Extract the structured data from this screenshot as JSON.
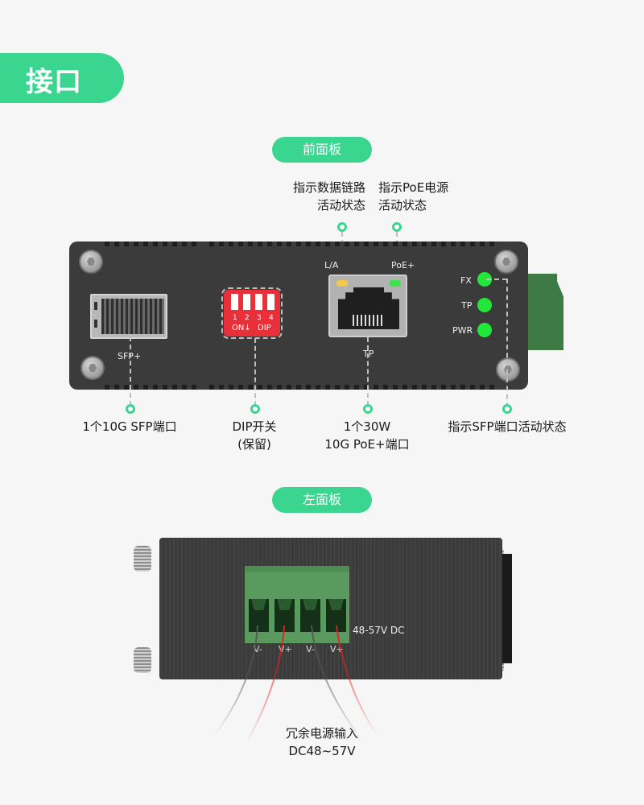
{
  "title": "接口",
  "colors": {
    "accent": "#3ad690",
    "panel": "#3b3b3b",
    "led_green": "#22e63a",
    "led_yellow": "#f5c84a",
    "dip_red": "#e8303a",
    "terminal_green": "#5b9a5e"
  },
  "front_panel": {
    "section_label": "前面板",
    "top_callouts": [
      {
        "line1": "指示数据链路",
        "line2": "活动状态"
      },
      {
        "line1": "指示PoE电源",
        "line2": "活动状态"
      }
    ],
    "device_labels": {
      "sfp": "SFP+",
      "la": "L/A",
      "poe": "PoE+",
      "tp_port": "TP",
      "dip_numbers": [
        "1",
        "2",
        "3",
        "4"
      ],
      "dip_on": "ON↓",
      "dip_text": "DIP",
      "leds": [
        "FX",
        "TP",
        "PWR"
      ]
    },
    "bottom_callouts": [
      {
        "line1": "1个10G SFP端口",
        "line2": ""
      },
      {
        "line1": "DIP开关",
        "line2": "(保留)"
      },
      {
        "line1": "1个30W",
        "line2": "10G PoE+端口"
      },
      {
        "line1": "指示SFP端口活动状态",
        "line2": ""
      }
    ]
  },
  "left_panel": {
    "section_label": "左面板",
    "voltage_label": "48-57V DC",
    "terminals": [
      "V-",
      "V+",
      "V-",
      "V+"
    ],
    "callout": {
      "line1": "冗余电源输入",
      "line2": "DC48~57V"
    }
  }
}
